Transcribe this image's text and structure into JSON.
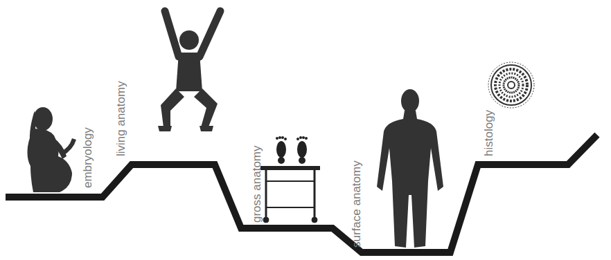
{
  "diagram": {
    "labels": [
      "embryology",
      "living anatomy",
      "gross anatomy",
      "surface anatomy",
      "histology"
    ]
  }
}
